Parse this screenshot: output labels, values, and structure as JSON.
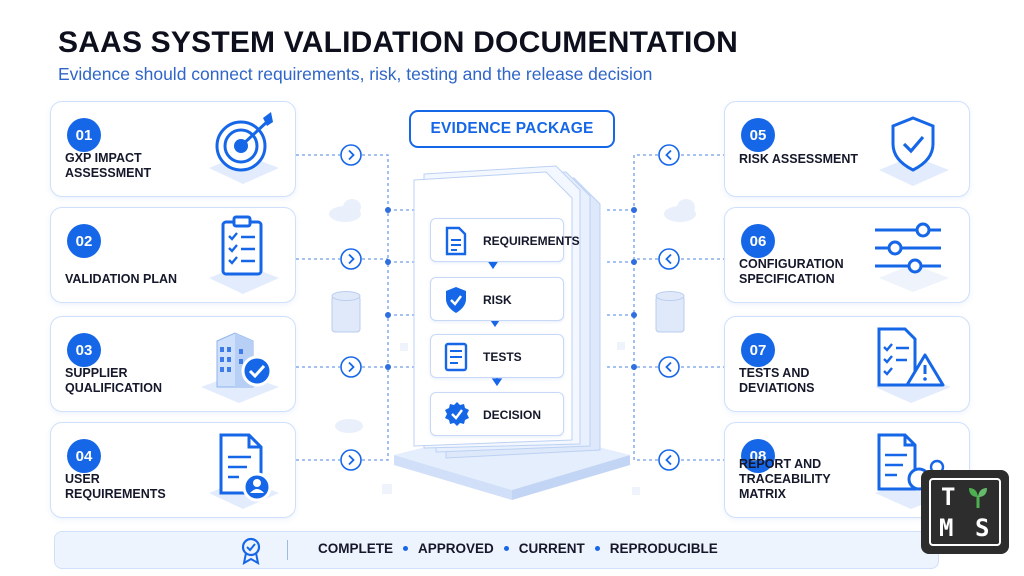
{
  "header": {
    "title": "SAAS SYSTEM VALIDATION DOCUMENTATION",
    "subtitle": "Evidence should connect requirements, risk, testing and the release decision"
  },
  "center": {
    "badge": "EVIDENCE PACKAGE",
    "rows": [
      {
        "label": "REQUIREMENTS",
        "icon": "document-icon"
      },
      {
        "label": "RISK",
        "icon": "shield-check-icon"
      },
      {
        "label": "TESTS",
        "icon": "list-document-icon"
      },
      {
        "label": "DECISION",
        "icon": "badge-check-icon"
      }
    ]
  },
  "steps": [
    {
      "number": "01",
      "label": "GxP IMPACT\nASSESSMENT",
      "icon": "target-icon"
    },
    {
      "number": "02",
      "label": "VALIDATION PLAN",
      "icon": "clipboard-checklist-icon"
    },
    {
      "number": "03",
      "label": "SUPPLIER\nQUALIFICATION",
      "icon": "building-check-icon"
    },
    {
      "number": "04",
      "label": "USER\nREQUIREMENTS",
      "icon": "document-user-icon"
    },
    {
      "number": "05",
      "label": "RISK ASSESSMENT",
      "icon": "shield-check-icon"
    },
    {
      "number": "06",
      "label": "CONFIGURATION\nSPECIFICATION",
      "icon": "sliders-icon"
    },
    {
      "number": "07",
      "label": "TESTS AND\nDEVIATIONS",
      "icon": "checklist-warning-icon"
    },
    {
      "number": "08",
      "label": "REPORT AND\nTRACEABILITY MATRIX",
      "icon": "document-search-icon"
    }
  ],
  "footer": {
    "items": [
      "COMPLETE",
      "APPROVED",
      "CURRENT",
      "REPRODUCIBLE"
    ],
    "icon": "award-ribbon-icon"
  },
  "logo": {
    "letters": [
      "T",
      "M",
      "S"
    ],
    "icon": "sprout-icon"
  },
  "colors": {
    "accent": "#1667e8",
    "light": "#cfe0fb",
    "text": "#15182a"
  }
}
